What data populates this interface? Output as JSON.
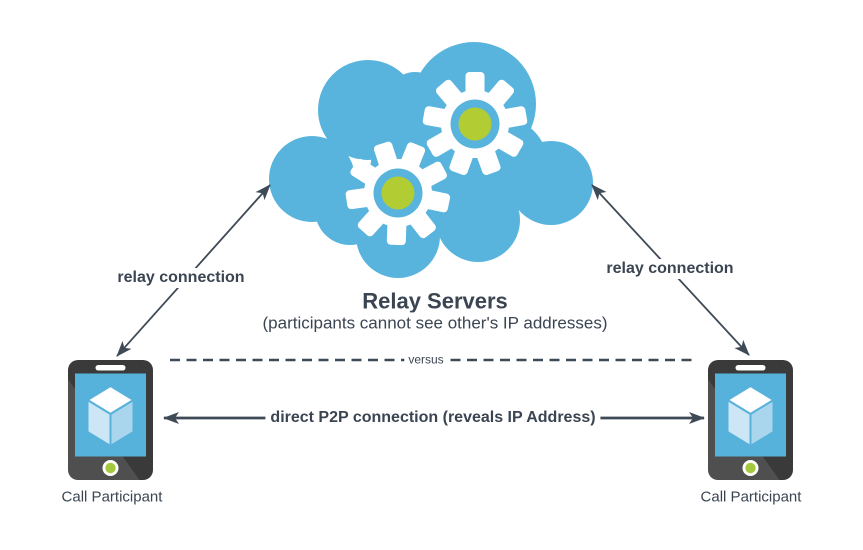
{
  "cloud": {
    "title": "Relay Servers",
    "subtitle": "(participants cannot see other's IP addresses)",
    "icon": "cloud-gears-icon"
  },
  "connections": {
    "relay_left": {
      "label": "relay connection"
    },
    "relay_right": {
      "label": "relay connection"
    },
    "divider": {
      "label": "versus"
    },
    "p2p": {
      "label": "direct P2P connection (reveals IP Address)"
    }
  },
  "participants": {
    "left": {
      "label": "Call Participant",
      "icon": "smartphone-icon"
    },
    "right": {
      "label": "Call Participant",
      "icon": "smartphone-icon"
    }
  },
  "colors": {
    "cloud_blue": "#58B4DC",
    "screen_blue": "#56B1DB",
    "gear_lime": "#B2CC34",
    "home_button_lime": "#A3C93C",
    "line_dark": "#3E4A56",
    "text_dark": "#3B4552",
    "phone_body": "#3A3A3A"
  }
}
